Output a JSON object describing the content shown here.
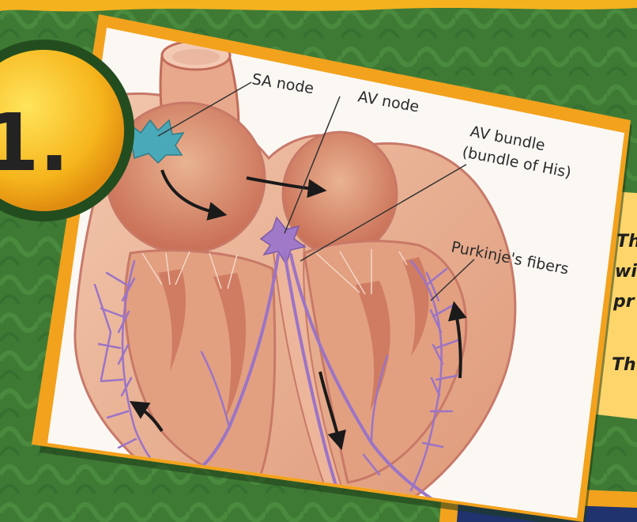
{
  "badge": {
    "number": "1."
  },
  "diagram": {
    "labels": {
      "sa_node": "SA node",
      "av_node": "AV node",
      "av_bundle_line1": "AV bundle",
      "av_bundle_line2": "(bundle of His)",
      "purkinje": "Purkinje's fibers"
    }
  },
  "side_note": {
    "line1": "Th",
    "line2": "wi",
    "line3": "pr",
    "line4": "Th"
  },
  "colors": {
    "background_green": "#3f7a35",
    "frame_orange": "#f3a21d",
    "heart_tissue": "#e7a98a",
    "conduction_purple": "#a07ac8",
    "sa_node_teal": "#4aa9b8",
    "note_yellow": "#fdd56b"
  }
}
